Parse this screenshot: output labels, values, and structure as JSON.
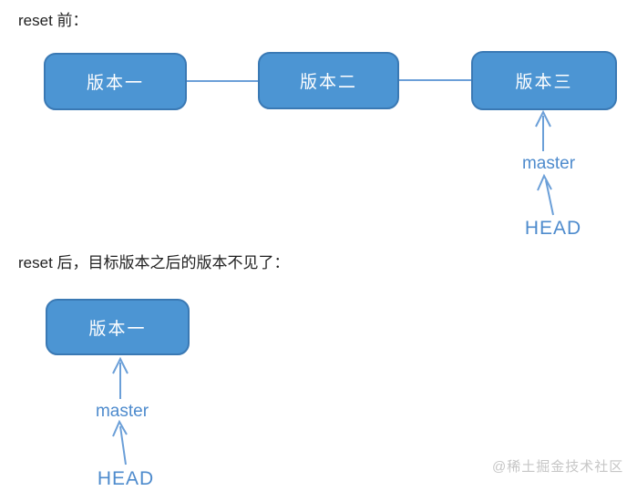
{
  "colors": {
    "box_fill": "#4c95d3",
    "box_border": "#3a79b4",
    "connector": "#6b9fd8",
    "label_blue": "#4e8bcd",
    "title_color": "#1f1f1f",
    "watermark_color": "#c6c6c6"
  },
  "before": {
    "title": "reset 前：",
    "commits": [
      {
        "label": "版本一"
      },
      {
        "label": "版本二"
      },
      {
        "label": "版本三"
      }
    ],
    "branch_label": "master",
    "head_label": "HEAD"
  },
  "after": {
    "title": "reset 后，目标版本之后的版本不见了：",
    "commits": [
      {
        "label": "版本一"
      }
    ],
    "branch_label": "master",
    "head_label": "HEAD"
  },
  "watermark": "@稀土掘金技术社区"
}
